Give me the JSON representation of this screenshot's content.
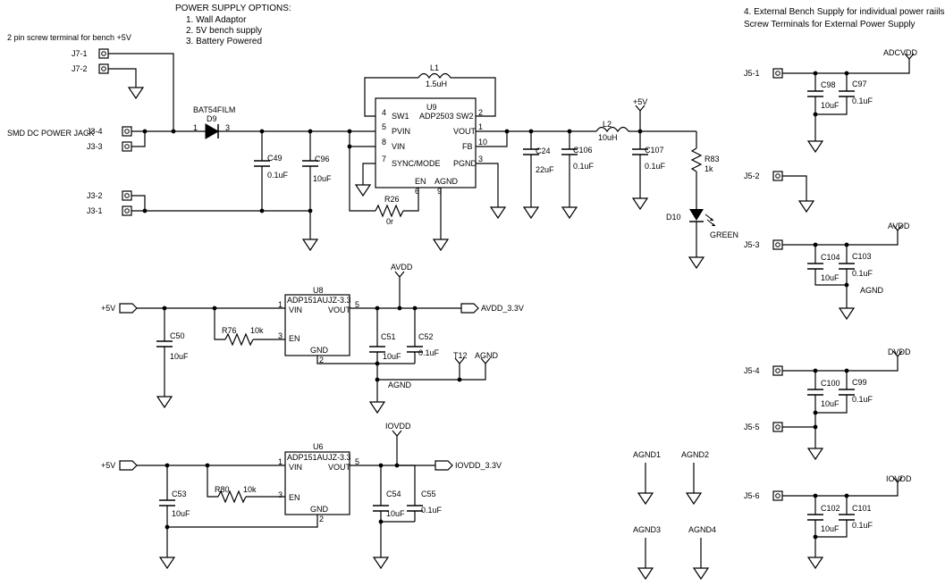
{
  "notes": {
    "power_options_title": "POWER SUPPLY OPTIONS:",
    "power_options": [
      "1. Wall Adaptor",
      "2. 5V bench supply",
      "3. Battery Powered"
    ],
    "bench_note": "2 pin screw terminal for bench +5V",
    "jack_note": "SMD DC POWER JACK",
    "ext_note_1": "4. External Bench Supply for individual power raiils",
    "ext_note_2": "Screw Terminals for External Power Supply"
  },
  "connectors": {
    "j7_1": "J7-1",
    "j7_2": "J7-2",
    "j3_4": "J3-4",
    "j3_3": "J3-3",
    "j3_2": "J3-2",
    "j3_1": "J3-1",
    "j5_1": "J5-1",
    "j5_2": "J5-2",
    "j5_3": "J5-3",
    "j5_4": "J5-4",
    "j5_5": "J5-5",
    "j5_6": "J5-6"
  },
  "parts": {
    "d9_part": "BAT54FILM",
    "d9_ref": "D9",
    "d9_p1": "1",
    "d9_p3": "3",
    "l1_ref": "L1",
    "l1_val": "1.5uH",
    "l2_ref": "L2",
    "l2_val": "10uH",
    "r26_ref": "R26",
    "r26_val": "0r",
    "r83_ref": "R83",
    "r83_val": "1k",
    "d10_ref": "D10",
    "d10_color": "GREEN",
    "r76_ref": "R76",
    "r76_val": "10k",
    "r80_ref": "R80",
    "r80_val": "10k",
    "c49": "C49",
    "c49_val": "0.1uF",
    "c96": "C96",
    "c96_val": "10uF",
    "c24": "C24",
    "c24_val": "22uF",
    "c106": "C106",
    "c106_val": "0.1uF",
    "c107": "C107",
    "c107_val": "0.1uF",
    "c50": "C50",
    "c50_val": "10uF",
    "c51": "C51",
    "c51_val": "10uF",
    "c52": "C52",
    "c52_val": "0.1uF",
    "c53": "C53",
    "c53_val": "10uF",
    "c54": "C54",
    "c54_val": "10uF",
    "c55": "C55",
    "c55_val": "0.1uF",
    "c98": "C98",
    "c98_val": "10uF",
    "c97": "C97",
    "c97_val": "0.1uF",
    "c104": "C104",
    "c104_val": "10uF",
    "c103": "C103",
    "c103_val": "0.1uF",
    "c100": "C100",
    "c100_val": "10uF",
    "c99": "C99",
    "c99_val": "0.1uF",
    "c102": "C102",
    "c102_val": "10uF",
    "c101": "C101",
    "c101_val": "0.1uF",
    "t12": "T12"
  },
  "u9": {
    "ref": "U9",
    "part": "ADP2503",
    "sw1": "SW1",
    "sw2": "SW2",
    "pvin": "PVIN",
    "vin": "VIN",
    "sync": "SYNC/MODE",
    "en": "EN",
    "vout": "VOUT",
    "fb": "FB",
    "pgnd": "PGND",
    "agnd": "AGND",
    "p4": "4",
    "p2": "2",
    "p5": "5",
    "p8": "8",
    "p7": "7",
    "p6": "6",
    "p9": "9",
    "p1": "1",
    "p10": "10",
    "p3": "3"
  },
  "u8": {
    "ref": "U8",
    "part": "ADP151AUJZ-3.3",
    "vin": "VIN",
    "vout": "VOUT",
    "en": "EN",
    "gnd": "GND",
    "p1": "1",
    "p5": "5",
    "p3": "3",
    "p2": "2"
  },
  "u6": {
    "ref": "U6",
    "part": "ADP151AUJZ-3.3",
    "vin": "VIN",
    "vout": "VOUT",
    "en": "EN",
    "gnd": "GND",
    "p1": "1",
    "p5": "5",
    "p3": "3",
    "p2": "2"
  },
  "nets": {
    "p5v_top": "+5V",
    "p5v_mid": "+5V",
    "p5v_bot": "+5V",
    "avdd_top": "AVDD",
    "avdd_3v3": "AVDD_3.3V",
    "agnd_t12": "AGND",
    "agnd_label": "AGND",
    "iovdd_top": "IOVDD",
    "iovdd_3v3": "IOVDD_3.3V",
    "adcvdd": "ADCVDD",
    "avdd_r": "AVDD",
    "agnd_r": "AGND",
    "dvdd": "DVDD",
    "iovdd_r": "IOVDD",
    "agnd1": "AGND1",
    "agnd2": "AGND2",
    "agnd3": "AGND3",
    "agnd4": "AGND4"
  }
}
